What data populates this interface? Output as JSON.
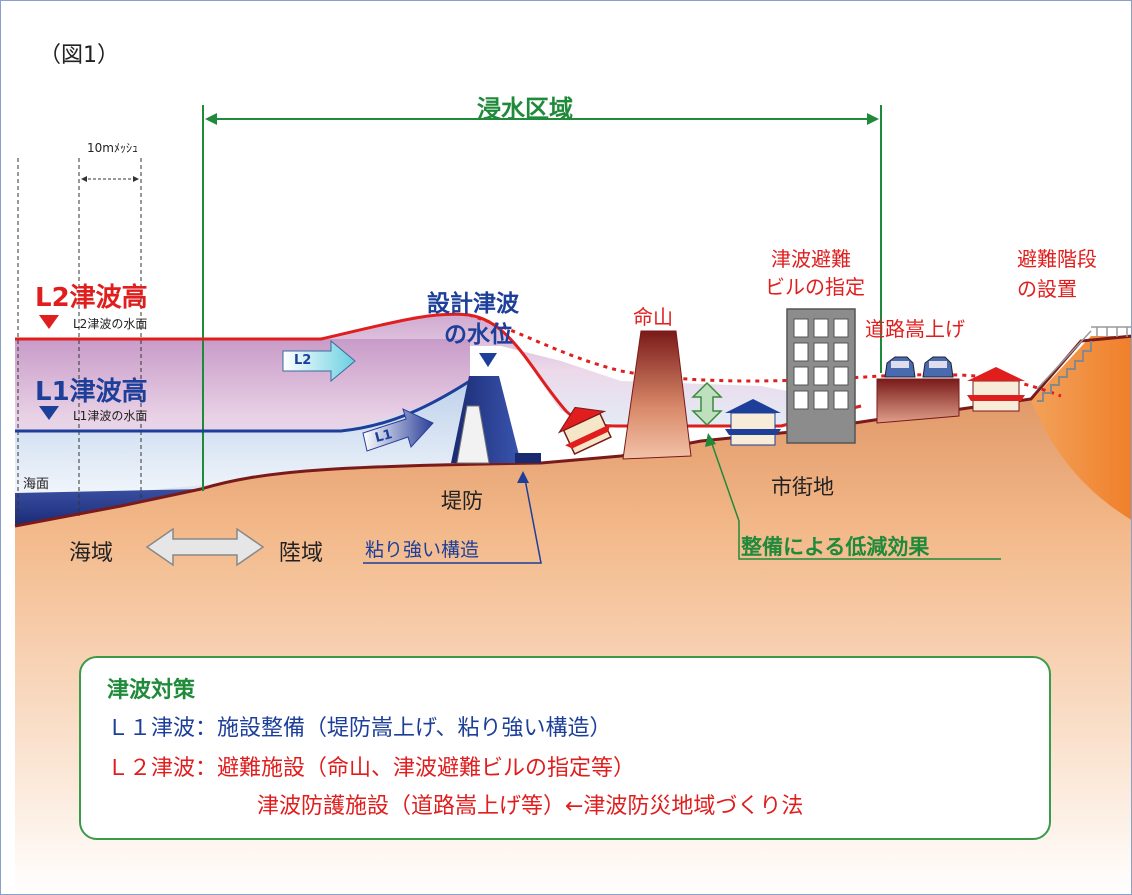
{
  "figure_label": "（図1）",
  "inundation_area_label": "浸水区域",
  "mesh_label": "10mﾒｯｼｭ",
  "l2_height_label": "L2津波高",
  "l2_surface_label": "L2津波の水面",
  "l1_height_label": "L1津波高",
  "l1_surface_label": "L1津波の水面",
  "sea_surface_label": "海面",
  "l2_arrow_label": "L2",
  "l1_arrow_label": "L1",
  "design_tsunami_label_line1": "設計津波",
  "design_tsunami_label_line2": "の水位",
  "mound_label": "命山",
  "evac_building_line1": "津波避難",
  "evac_building_line2": "ビルの指定",
  "road_raise_label": "道路嵩上げ",
  "evac_stairs_line1": "避難階段",
  "evac_stairs_line2": "の設置",
  "seawall_label": "堤防",
  "resilient_structure_label": "粘り強い構造",
  "urban_area_label": "市街地",
  "reduction_effect_label": "整備による低減効果",
  "sea_area_label": "海域",
  "land_area_label": "陸域",
  "measures": {
    "title": "津波対策",
    "l1_line": "Ｌ１津波：施設整備（堤防嵩上げ、粘り強い構造）",
    "l2_line1": "Ｌ２津波：避難施設（命山、津波避難ビルの指定等）",
    "l2_line2": "津波防護施設（道路嵩上げ等）←津波防災地域づくり法"
  },
  "colors": {
    "l2": "#e01e1e",
    "l1": "#1d3f9a",
    "green": "#1f8a3a",
    "land": "#f0a060"
  }
}
